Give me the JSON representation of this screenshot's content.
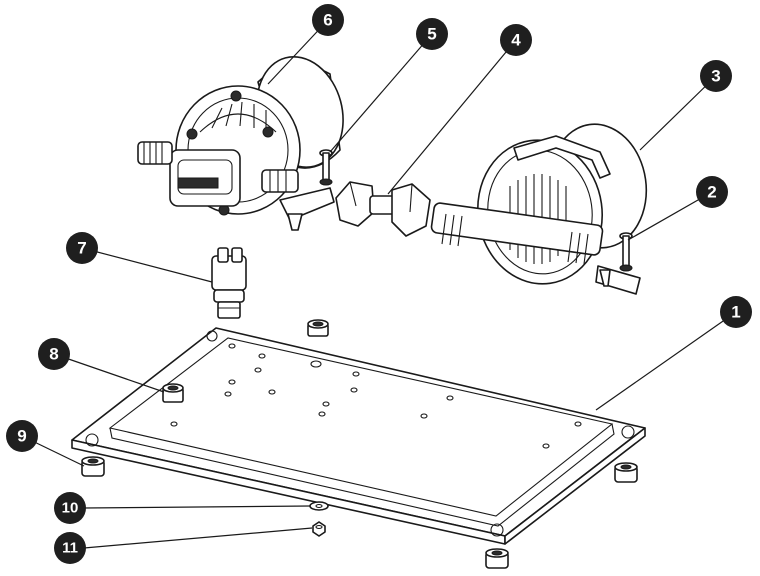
{
  "callouts": [
    {
      "id": "1",
      "label": "1"
    },
    {
      "id": "2",
      "label": "2"
    },
    {
      "id": "3",
      "label": "3"
    },
    {
      "id": "4",
      "label": "4"
    },
    {
      "id": "5",
      "label": "5"
    },
    {
      "id": "6",
      "label": "6"
    },
    {
      "id": "7",
      "label": "7"
    },
    {
      "id": "8",
      "label": "8"
    },
    {
      "id": "9",
      "label": "9"
    },
    {
      "id": "10",
      "label": "10"
    },
    {
      "id": "11",
      "label": "11"
    }
  ],
  "colors": {
    "badge": "#1f1f1f",
    "line": "#1a1a1a",
    "background": "#ffffff"
  }
}
